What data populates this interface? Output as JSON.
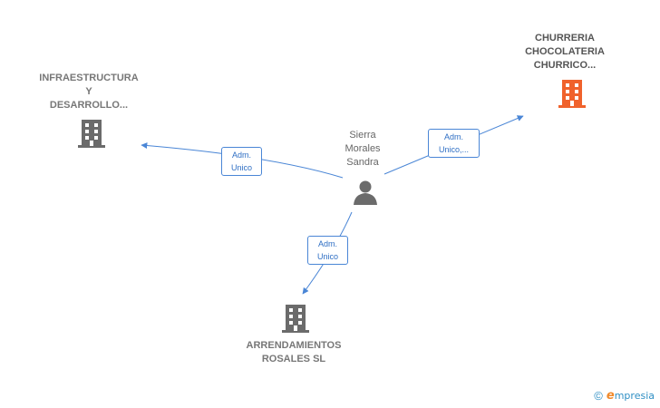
{
  "nodes": {
    "infraestructura": {
      "label": "INFRAESTRUCTURA\nY\nDESARROLLO...",
      "icon": "building-icon",
      "color": "#6b6b6b"
    },
    "churreria": {
      "label": "CHURRERIA\nCHOCOLATERIA\nCHURRICO...",
      "icon": "building-icon",
      "color": "#f0622c"
    },
    "arrendamientos": {
      "label": "ARRENDAMIENTOS\nROSALES SL",
      "icon": "building-icon",
      "color": "#6b6b6b"
    },
    "person": {
      "label": "Sierra\nMorales\nSandra",
      "icon": "person-icon",
      "color": "#6b6b6b"
    }
  },
  "edges": {
    "to_infraestructura": {
      "label": "Adm.\nUnico"
    },
    "to_churreria": {
      "label": "Adm.\nUnico,..."
    },
    "to_arrendamientos": {
      "label": "Adm.\nUnico"
    }
  },
  "colors": {
    "edge": "#4a86d6"
  },
  "footer": {
    "copyright_symbol": "©",
    "brand_initial": "e",
    "brand_rest": "mpresia"
  }
}
